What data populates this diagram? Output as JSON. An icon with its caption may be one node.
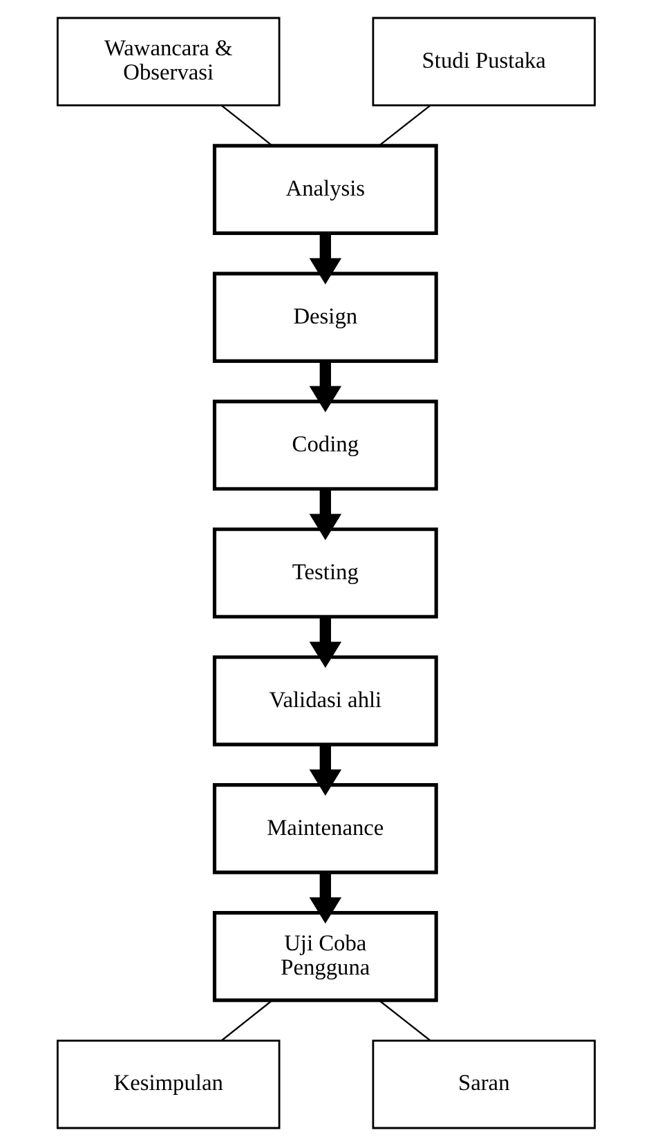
{
  "diagram": {
    "nodes": [
      {
        "text": [
          "Wawancara & Observasi"
        ]
      },
      {
        "text": [
          "Studi Pustaka"
        ]
      },
      {
        "text": [
          "Analysis"
        ]
      },
      {
        "text": [
          "Design"
        ]
      },
      {
        "text": [
          "Coding"
        ]
      },
      {
        "text": [
          "Testing"
        ]
      },
      {
        "text": [
          "Validasi ahli"
        ]
      },
      {
        "text": [
          "Maintenance"
        ]
      },
      {
        "text": [
          "Uji Coba Pengguna"
        ]
      },
      {
        "text": [
          "Kesimpulan"
        ]
      },
      {
        "text": [
          "Saran"
        ]
      }
    ],
    "edges": [
      {
        "from": 0,
        "to": 2,
        "arrow": "none"
      },
      {
        "from": 1,
        "to": 2,
        "arrow": "none"
      },
      {
        "from": 2,
        "to": 3,
        "arrow": "to"
      },
      {
        "from": 3,
        "to": 4,
        "arrow": "to"
      },
      {
        "from": 4,
        "to": 5,
        "arrow": "to"
      },
      {
        "from": 5,
        "to": 6,
        "arrow": "to"
      },
      {
        "from": 6,
        "to": 7,
        "arrow": "to"
      },
      {
        "from": 7,
        "to": 8,
        "arrow": "to"
      },
      {
        "from": 8,
        "to": 9,
        "arrow": "none"
      },
      {
        "from": 8,
        "to": 10,
        "arrow": "none"
      }
    ]
  }
}
